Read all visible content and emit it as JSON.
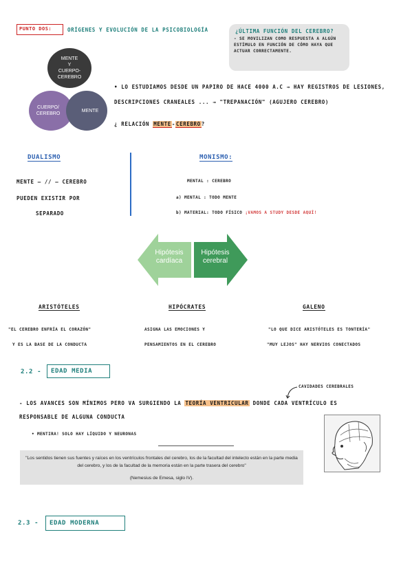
{
  "header": {
    "punto": "PUNTO DOS:",
    "title": "ORÍGENES Y EVOLUCIÓN DE LA PSICOBIOLOGÍA"
  },
  "funcion": {
    "title": "¿ÚLTIMA FUNCIÓN DEL CEREBRO?",
    "text": "- SE MOVILIZAN COMO RESPUESTA A ALGÚN ESTÍMULO EN FUNCIÓN DE CÓMO HAYA QUE ACTUAR CORRECTAMENTE."
  },
  "circles": {
    "top": [
      "MENTE",
      "Y",
      "CUERPO-",
      "CEREBRO"
    ],
    "left": [
      "CUERPO/",
      "CEREBRO"
    ],
    "right": "MENTE"
  },
  "papiro": {
    "line1": "• LO ESTUDIAMOS DESDE UN PAPIRO DE HACE 4000 A.C → HAY REGISTROS DE LESIONES,",
    "line2": "DESCRIPCIONES CRANEALES ... → \"TREPANACIÓN\" (AGUJERO CEREBRO)",
    "relacion_pre": "¿ RELACIÓN",
    "relacion_mente": "MENTE",
    "relacion_dash": "-",
    "relacion_cerebro": "CEREBRO",
    "relacion_q": "?"
  },
  "dualismo": {
    "title": "DUALISMO",
    "line1": "MENTE — // — CEREBRO",
    "line2": "PUEDEN EXISTIR POR",
    "line3": "SEPARADO"
  },
  "monismo": {
    "title": "MONISMO:",
    "line1": "MENTAL : CEREBRO",
    "line2": "a) MENTAL : TODO MENTE",
    "line3a": "b) MATERIAL: TODO FÍSICO",
    "line3b": "¡VAMOS A STUDY DESDE AQUÍ!"
  },
  "hipotesis": {
    "cardiaca": [
      "Hipótesis",
      "cardíaca"
    ],
    "cerebral": [
      "Hipótesis",
      "cerebral"
    ],
    "colors": {
      "left": "#9fd29a",
      "right": "#3f9a5a"
    }
  },
  "figures": {
    "aristoteles": {
      "name": "ARISTÓTELES",
      "line1": "\"EL CEREBRO ENFRÍA EL CORAZÓN\"",
      "line2": "Y ES LA BASE DE LA CONDUCTA"
    },
    "hipocrates": {
      "name": "HIPÓCRATES",
      "line1": "ASIGNA LAS EMOCIONES Y",
      "line2": "PENSAMIENTOS EN EL CEREBRO"
    },
    "galeno": {
      "name": "GALENO",
      "line1": "\"LO QUE DICE ARISTÓTELES ES TONTERÍA\"",
      "line2": "\"MUY LEJOS\" HAY NERVIOS CONECTADOS"
    }
  },
  "edad_media": {
    "num": "2.2 -",
    "title": "EDAD MEDIA",
    "cavidades": "CAVIDADES CEREBRALES",
    "line1_pre": "- LOS AVANCES SON MÍNIMOS PERO VA SURGIENDO LA",
    "line1_hl": "TEORÍA VENTRICULAR",
    "line1_post": "DONDE CADA VENTRÍCULO ES",
    "line2": "RESPONSABLE DE ALGUNA CONDUCTA",
    "mentira": "• MENTIRA! SOLO HAY LÍQUIDO Y NEURONAS"
  },
  "quote": {
    "text": "\"Los sentidos tienen sus fuentes y raíces en los ventrículos frontales del cerebro, los de la facultad del intelecto están en la parte media del cerebro, y los de la facultad de la memoria están en la parte trasera del cerebro\"",
    "source": "(Nemesius de Emesa, siglo IV)."
  },
  "edad_moderna": {
    "num": "2.3 -",
    "title": "EDAD MODERNA"
  }
}
